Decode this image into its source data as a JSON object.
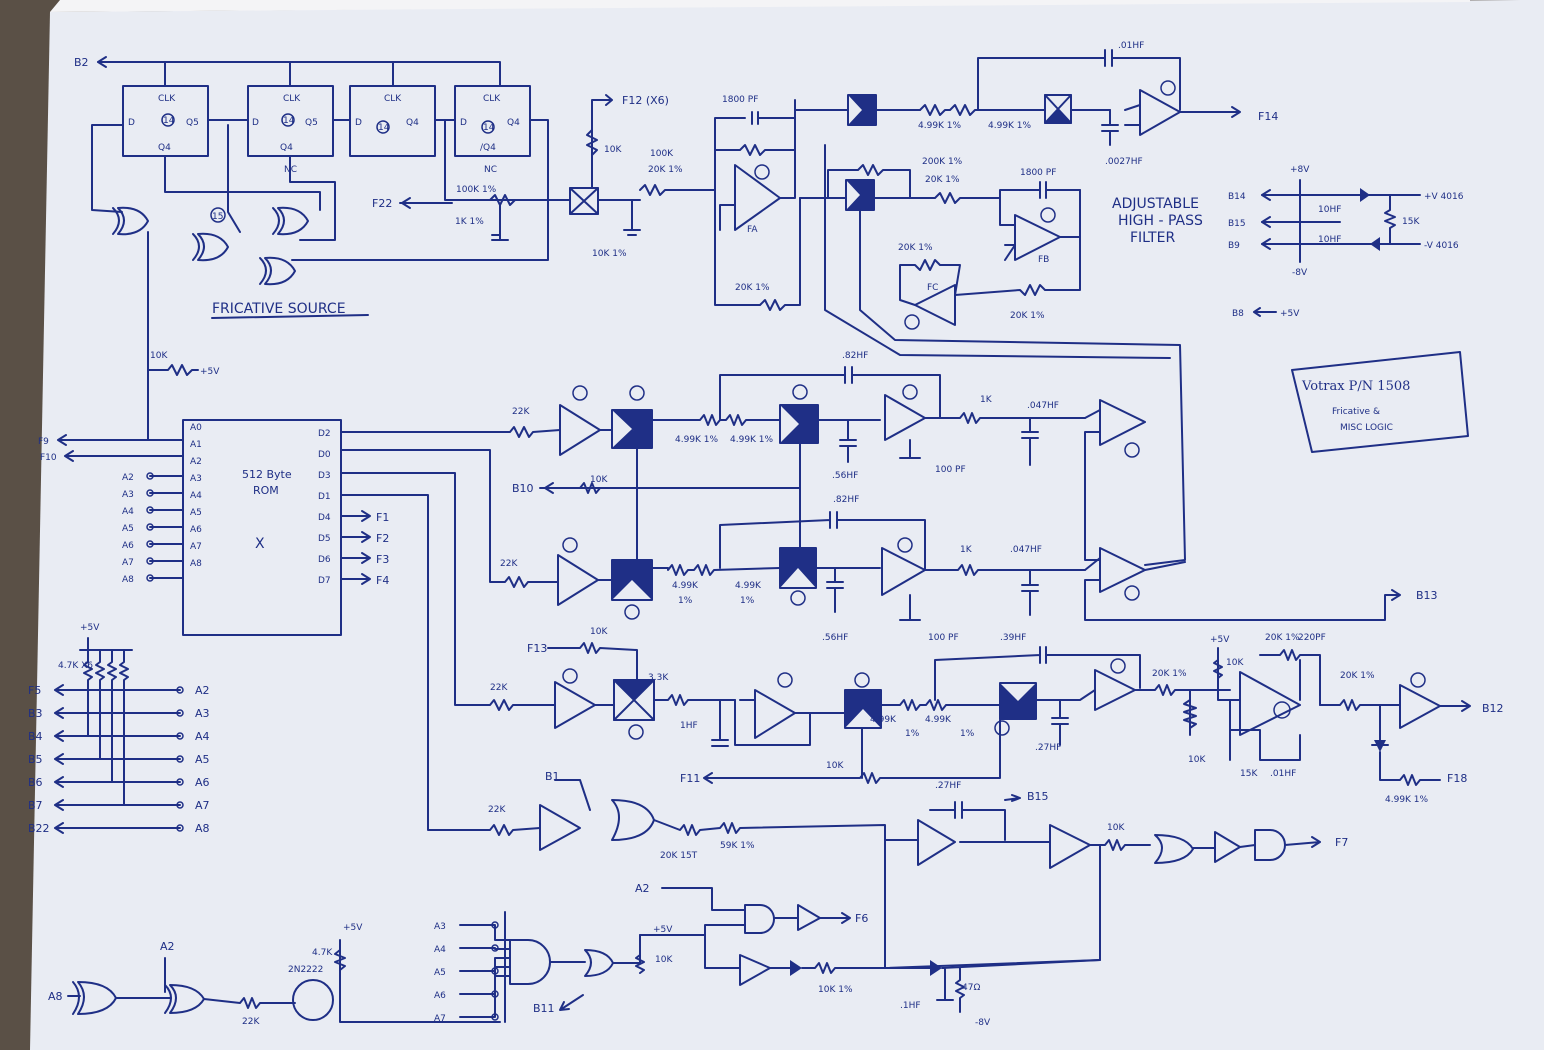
{
  "header": {
    "b2": "B2",
    "f12": "F12 (X6)",
    "f14": "F14",
    "cap_top": ".01HF",
    "cap_1800a": "1800 PF",
    "cap_1800b": "1800 PF",
    "cap_00027": ".0027HF"
  },
  "fricative": {
    "label": "FRICATIVE SOURCE",
    "ff1_clk": "CLK",
    "ff1_q": "Q5",
    "ff1_qy": "Q4",
    "ff1_d": "D",
    "ff1_n": "14",
    "ff2_clk": "CLK",
    "ff2_q": "Q5",
    "ff2_qy": "Q4",
    "ff2_d": "D",
    "ff2_n": "14",
    "ff2_nc": "NC",
    "ff3_clk": "CLK",
    "ff3_q": "Q4",
    "ff3_d": "D",
    "ff3_n": "14",
    "ff4_clk": "CLK",
    "ff4_q": "Q4",
    "ff4_qy": "/Q4",
    "ff4_d": "D",
    "ff4_n": "14",
    "ff4_nc": "NC",
    "f22": "F22",
    "r100k1": "100K 1%",
    "r1k": "1K 1%",
    "r10k_pull": "10K",
    "p5v": "+5V",
    "xor_id": "15"
  },
  "hpf": {
    "title_l1": "ADJUSTABLE",
    "title_l2": "HIGH - PASS",
    "title_l3": "FILTER",
    "r10k": "10K",
    "r100k": "100K",
    "r20k1": "20K 1%",
    "r10k1": "10K 1%",
    "r499a": "4.99K 1%",
    "r499b": "4.99K 1%",
    "r200k": "200K 1%",
    "r20k2": "20K 1%",
    "r20k3": "20K 1%",
    "r20k4": "20K 1%",
    "r20k5": "20K 1%",
    "fa": "FA",
    "fb": "FB",
    "fc": "FC"
  },
  "power": {
    "p8v": "+8V",
    "m8v": "-8V",
    "b14": "B14",
    "b15": "B15",
    "b9": "B9",
    "b8": "B8",
    "vp": "+V 4016",
    "vm": "-V 4016",
    "c10a": "10HF",
    "c10b": "10HF",
    "r15k": "15K",
    "b8v": "+5V"
  },
  "note": {
    "l1": "Votrax P/N 1508",
    "l2": "Fricative &",
    "l3": "MISC LOGIC"
  },
  "rom": {
    "title_l1": "512 Byte",
    "title_l2": "ROM",
    "mark": "X",
    "left_pins": [
      "A0",
      "A1",
      "A2",
      "A3",
      "A4",
      "A5",
      "A6",
      "A7",
      "A8"
    ],
    "ext_left": [
      "A2",
      "A3",
      "A4",
      "A5",
      "A6",
      "A7",
      "A8"
    ],
    "right_pins": [
      "D2",
      "D0",
      "D3",
      "D1",
      "D4",
      "D5",
      "D6",
      "D7"
    ],
    "outs": [
      "F1",
      "F2",
      "F3",
      "F4"
    ],
    "f9": "F9",
    "f10": "F10"
  },
  "pullups": {
    "vcc": "+5V",
    "res": "4.7K X6",
    "left": [
      "F5",
      "B3",
      "B4",
      "B5",
      "B6",
      "B7",
      "B22"
    ],
    "right": [
      "A2",
      "A3",
      "A4",
      "A5",
      "A6",
      "A7",
      "A8"
    ]
  },
  "mid": {
    "r22k_a": "22K",
    "r22k_b": "22K",
    "r22k_c": "22K",
    "r22k_d": "22K",
    "r499_1": "4.99K 1%",
    "r499_2": "4.99K 1%",
    "r499_3": "4.99K",
    "r499_4": "4.99K",
    "r499_5": "4.99K",
    "r499_6": "4.99K",
    "p1a": "1%",
    "p1b": "1%",
    "p1c": "1%",
    "p1d": "1%",
    "c082a": ".82HF",
    "c082b": ".82HF",
    "c056a": ".56HF",
    "c056b": ".56HF",
    "c100a": "100 PF",
    "c100b": "100 PF",
    "r1ka": "1K",
    "r1kb": "1K",
    "c047a": ".047HF",
    "c047b": ".047HF",
    "b10": "B10",
    "r10k_b10": "10K",
    "b13": "B13",
    "f13": "F13",
    "r10k_f13": "10K",
    "r33k": "3.3K",
    "c1hf": "1HF",
    "c039": ".39HF",
    "c027": ".27HF",
    "r20k_o": "20K 1%",
    "r10k_o": "10K",
    "r20k_t": "20K 1%",
    "c220": "220PF",
    "r10k_g": "10K",
    "r15k": "15K",
    "c01": ".01HF",
    "r20k_f": "20K 1%",
    "b12": "B12",
    "f18": "F18",
    "r499_f18": "4.99K 1%",
    "f11": "F11",
    "r10k_f11": "10K",
    "p5v": "+5V"
  },
  "bottom": {
    "b1": "B1",
    "r22k": "22K",
    "r20k": "20K 15T",
    "r59k": "59K 1%",
    "c27": ".27HF",
    "b15": "B15",
    "r10k": "10K",
    "f7": "F7",
    "a2": "A2",
    "f6": "F6",
    "p5v": "+5V",
    "r10k_b": "10K",
    "b11": "B11",
    "r10k_d": "10K 1%",
    "c1": ".1HF",
    "r47": "47Ω",
    "m8v": "-8V",
    "ins": [
      "A3",
      "A4",
      "A5",
      "A6",
      "A7"
    ],
    "a8": "A8",
    "a2b": "A2",
    "r22k_b": "22K",
    "q": "2N2222",
    "r47k": "4.7K",
    "vcc": "+5V"
  }
}
